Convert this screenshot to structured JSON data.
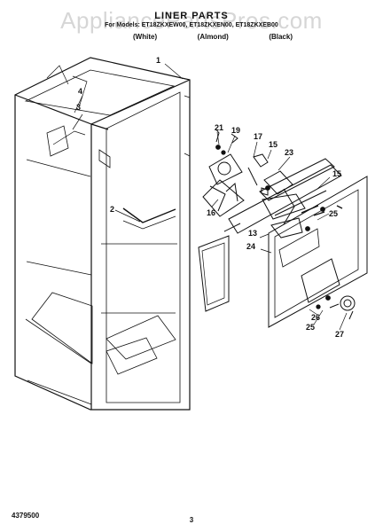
{
  "header": {
    "watermark": "AppliancePartsPros.com",
    "title": "LINER PARTS",
    "models": "For Models: ET18ZKXEW00, ET18ZKXEN00, ET18ZKXEB00",
    "colors": [
      "(White)",
      "(Almond)",
      "(Black)"
    ]
  },
  "callouts": [
    "1",
    "4",
    "3",
    "21",
    "19",
    "17",
    "15",
    "23",
    "15",
    "2",
    "16",
    "25",
    "13",
    "24",
    "26",
    "25",
    "27"
  ],
  "footer": {
    "doc_number": "4379500",
    "page_number": "3"
  }
}
